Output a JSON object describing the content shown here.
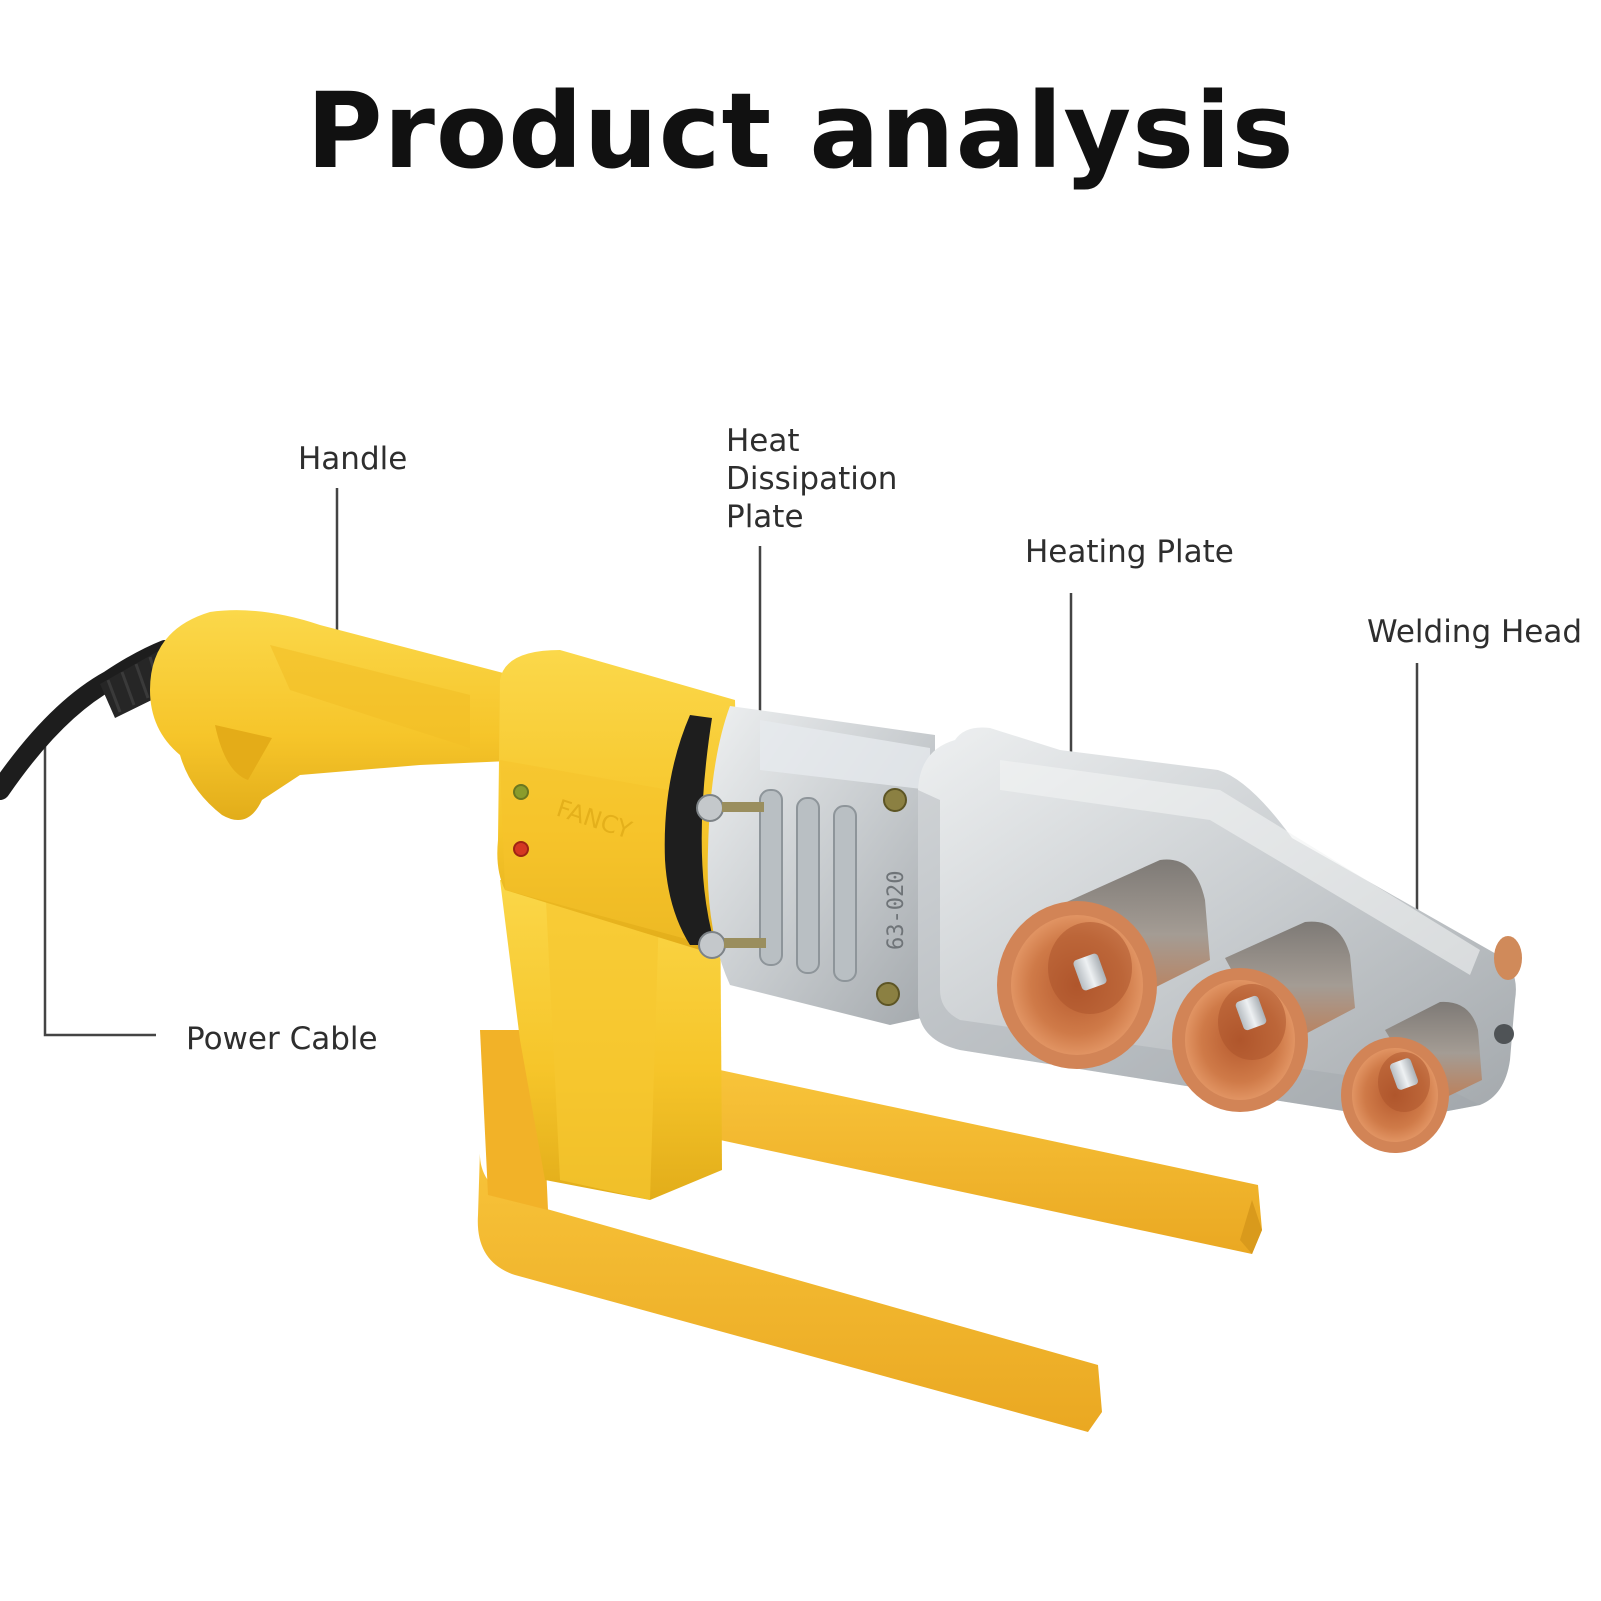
{
  "title": "Product analysis",
  "colors": {
    "body_yellow": "#f7cc2e",
    "body_yellow_dark": "#e3b21c",
    "stand_yellow": "#f5b82c",
    "metal_light": "#d8dcdf",
    "metal_dark": "#9ea4a8",
    "copper": "#c96b3c",
    "cable": "#1d1d1d",
    "leader_line": "#444444",
    "label_text": "#2e2e2e"
  },
  "labels": {
    "handle": "Handle",
    "heat_dissipation_plate": [
      "Heat",
      "Dissipation",
      "Plate"
    ],
    "heating_plate": "Heating Plate",
    "welding_head": "Welding Head",
    "power_cable": "Power Cable"
  },
  "product": {
    "brand_mark": "FANCY",
    "plate_marking": "63-020"
  }
}
